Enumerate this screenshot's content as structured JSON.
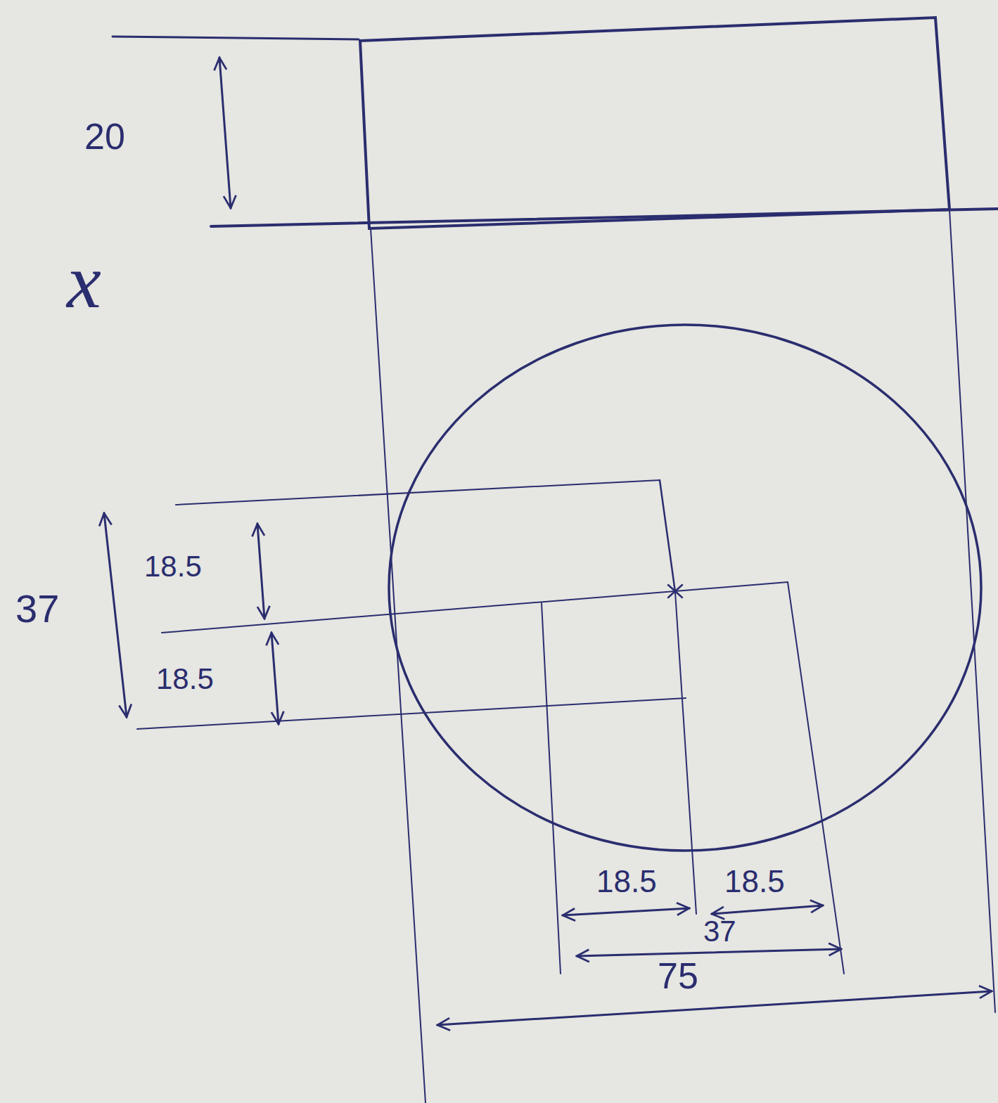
{
  "diagram": {
    "labels": [
      "20",
      "x",
      "37",
      "18.5",
      "18.5",
      "18.5",
      "18.5",
      "37",
      "75"
    ]
  }
}
